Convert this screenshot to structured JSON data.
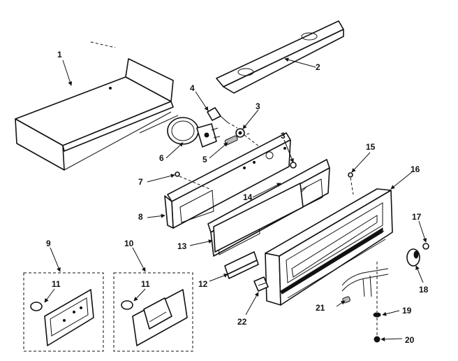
{
  "callouts": {
    "c1": "1",
    "c2": "2",
    "c3a": "3",
    "c3b": "3",
    "c4": "4",
    "c5": "5",
    "c6": "6",
    "c7": "7",
    "c8": "8",
    "c9": "9",
    "c10": "10",
    "c11a": "11",
    "c11b": "11",
    "c12": "12",
    "c13": "13",
    "c14": "14",
    "c15": "15",
    "c16": "16",
    "c17": "17",
    "c18": "18",
    "c19": "19",
    "c20": "20",
    "c21": "21",
    "c22": "22"
  },
  "icons": [
    "screw-icon",
    "knob-icon",
    "thermostat-icon",
    "lamp-socket-icon"
  ]
}
